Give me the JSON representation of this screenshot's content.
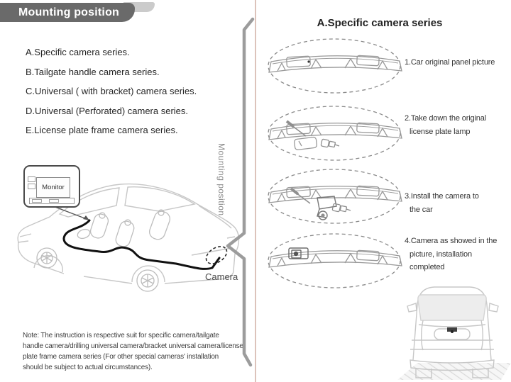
{
  "header": {
    "title": "Mounting position"
  },
  "series_list": {
    "items": [
      "A.Specific camera series.",
      "B.Tailgate handle camera series.",
      "C.Universal ( with bracket) camera series.",
      "D.Universal (Perforated) camera series.",
      "E.License plate frame camera series."
    ]
  },
  "left_diagram": {
    "monitor_label": "Monitor",
    "camera_label": "Camera",
    "vertical_label": "Mounting position"
  },
  "note": {
    "lines": [
      "Note: The instruction is respective suit for specific camera/tailgate",
      "handle camera/drilling universal camera/bracket universal camera/license",
      "plate frame camera series (For other special cameras' installation",
      "should be subject to actual circumstances)."
    ]
  },
  "right_panel": {
    "title": "A.Specific camera series",
    "steps": [
      {
        "lines": [
          "1.Car original panel picture"
        ]
      },
      {
        "lines": [
          "2.Take down the original",
          "license plate lamp"
        ]
      },
      {
        "lines": [
          "3.Install the camera to",
          "the car"
        ]
      },
      {
        "lines": [
          "4.Camera as showed in the",
          "picture, installation",
          "completed"
        ]
      }
    ]
  },
  "colors": {
    "banner": "#6a6a6a",
    "divider": "#dcc3bb",
    "line_art": "#c7c7c7",
    "panel_art": "#999999",
    "cable": "#111111"
  }
}
